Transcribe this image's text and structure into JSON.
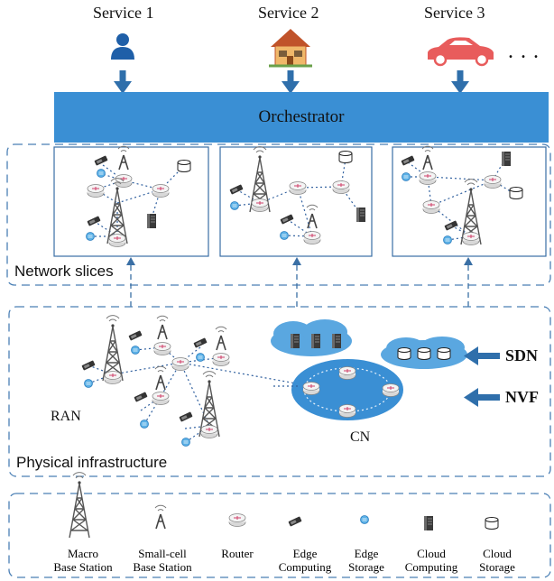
{
  "services": [
    {
      "label": "Service 1",
      "icon": "person-icon"
    },
    {
      "label": "Service 2",
      "icon": "house-icon"
    },
    {
      "label": "Service 3",
      "icon": "car-icon"
    }
  ],
  "services_more": ". . .",
  "orchestrator": "Orchestrator",
  "network_slices_label": "Network slices",
  "physical_label": "Physical infrastructure",
  "ran_label": "RAN",
  "cn_label": "CN",
  "sdn_label": "SDN",
  "nvf_label": "NVF",
  "legend": [
    {
      "line1": "Macro",
      "line2": "Base Station",
      "icon": "macro-base-station-icon"
    },
    {
      "line1": "Small-cell",
      "line2": "Base Station",
      "icon": "small-cell-base-station-icon"
    },
    {
      "line1": "Router",
      "line2": "",
      "icon": "router-icon"
    },
    {
      "line1": "Edge",
      "line2": "Computing",
      "icon": "edge-computing-icon"
    },
    {
      "line1": "Edge",
      "line2": "Storage",
      "icon": "edge-storage-icon"
    },
    {
      "line1": "Cloud",
      "line2": "Computing",
      "icon": "cloud-computing-icon"
    },
    {
      "line1": "Cloud",
      "line2": "Storage",
      "icon": "cloud-storage-icon"
    }
  ],
  "colors": {
    "accent": "#3a8fd4",
    "arrow": "#2f6fab",
    "dashed_border": "#4a7fb5",
    "cloud": "#5aa7e0",
    "edge_link": "#2f5f9e",
    "person": "#1f5fa8",
    "car": "#e85c5c",
    "house_roof": "#c0532a",
    "house_wall": "#f0b86a"
  }
}
